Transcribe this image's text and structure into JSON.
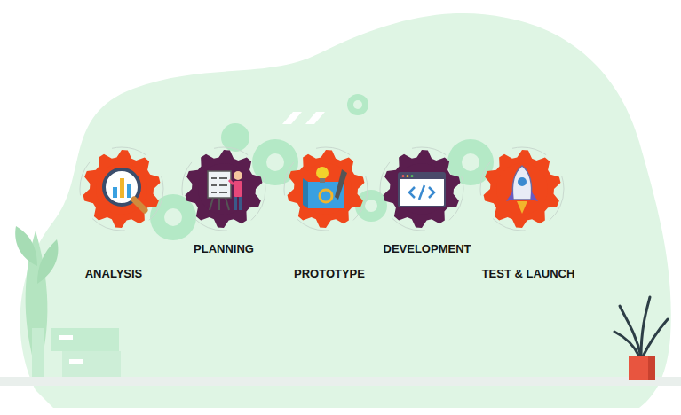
{
  "diagram": {
    "nodes": [
      {
        "text": [
          "ANALYSIS"
        ]
      },
      {
        "text": [
          "PLANNING"
        ]
      },
      {
        "text": [
          "PROTOTYPE"
        ]
      },
      {
        "text": [
          "DEVELOPMENT"
        ]
      },
      {
        "text": [
          "TEST & LAUNCH"
        ]
      }
    ]
  }
}
